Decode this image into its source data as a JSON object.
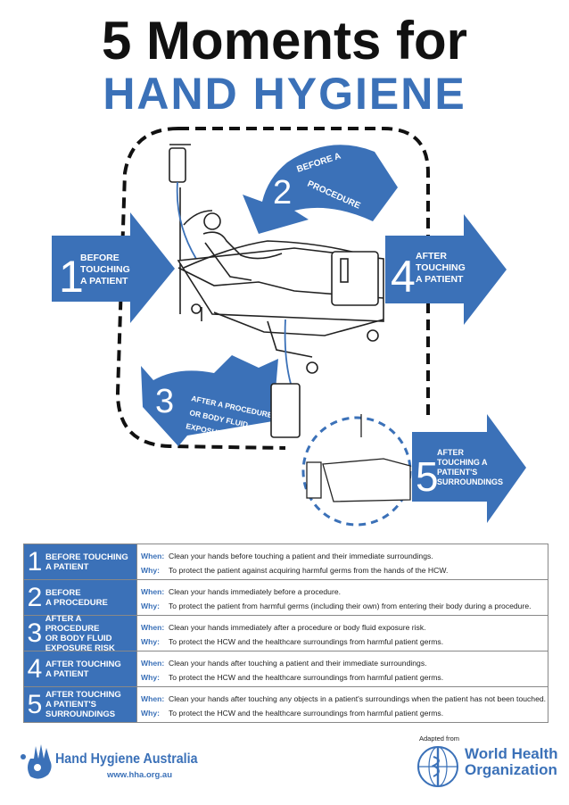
{
  "title": {
    "line1": "5 Moments for",
    "line2": "HAND HYGIENE"
  },
  "colors": {
    "brand_blue": "#3b71b8",
    "text_dark": "#111111"
  },
  "moments": [
    {
      "number": "1",
      "label_lines": [
        "BEFORE",
        "TOUCHING",
        "A PATIENT"
      ]
    },
    {
      "number": "2",
      "label_lines": [
        "BEFORE A",
        "PROCEDURE"
      ]
    },
    {
      "number": "3",
      "label_lines": [
        "AFTER A PROCEDURE",
        "OR BODY FLUID",
        "EXPOSURE RISK"
      ]
    },
    {
      "number": "4",
      "label_lines": [
        "AFTER",
        "TOUCHING",
        "A PATIENT"
      ]
    },
    {
      "number": "5",
      "label_lines": [
        "AFTER",
        "TOUCHING A",
        "PATIENT'S",
        "SURROUNDINGS"
      ]
    }
  ],
  "table": {
    "when_label": "When:",
    "why_label": "Why:",
    "rows": [
      {
        "number": "1",
        "label": "BEFORE TOUCHING A PATIENT",
        "label_lines": [
          "BEFORE TOUCHING",
          "A PATIENT"
        ],
        "when": "Clean your hands before touching a patient and their immediate surroundings.",
        "why": "To protect the patient against acquiring harmful germs from the hands of the HCW."
      },
      {
        "number": "2",
        "label": "BEFORE A PROCEDURE",
        "label_lines": [
          "BEFORE",
          "A PROCEDURE"
        ],
        "when": "Clean your hands immediately before a procedure.",
        "why": "To protect the patient from harmful germs (including their own) from entering their body during a procedure."
      },
      {
        "number": "3",
        "label": "AFTER A PROCEDURE OR BODY FLUID EXPOSURE RISK",
        "label_lines": [
          "AFTER A PROCEDURE",
          "OR BODY FLUID",
          "EXPOSURE RISK"
        ],
        "when": "Clean your hands immediately after a procedure or body fluid exposure risk.",
        "why": "To protect the HCW and the healthcare surroundings from harmful patient germs."
      },
      {
        "number": "4",
        "label": "AFTER TOUCHING A PATIENT",
        "label_lines": [
          "AFTER TOUCHING",
          "A PATIENT"
        ],
        "when": "Clean your hands after touching a patient and their immediate surroundings.",
        "why": "To protect the HCW and the healthcare surroundings from harmful patient germs."
      },
      {
        "number": "5",
        "label": "AFTER TOUCHING A PATIENT'S SURROUNDINGS",
        "label_lines": [
          "AFTER TOUCHING",
          "A PATIENT'S",
          "SURROUNDINGS"
        ],
        "when": "Clean your hands after touching any objects in a patient's surroundings when the patient has not been touched.",
        "why": "To protect the HCW and the healthcare surroundings from harmful patient germs."
      }
    ]
  },
  "footer": {
    "hha_name": "Hand Hygiene Australia",
    "hha_url": "www.hha.org.au",
    "adapted_from": "Adapted from",
    "who_line1": "World Health",
    "who_line2": "Organization",
    "hha_logo_icon": "hand-print-icon",
    "who_logo_icon": "who-emblem-icon"
  }
}
